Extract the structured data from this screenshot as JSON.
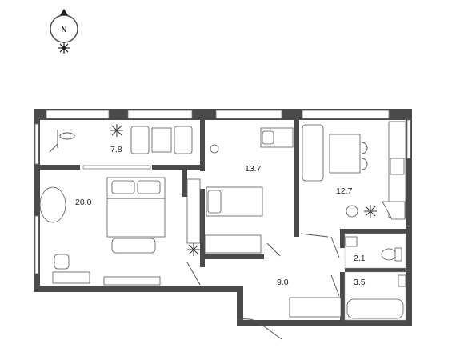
{
  "compass": {
    "direction_label": "N"
  },
  "rooms": [
    {
      "id": "balcony",
      "area": "7.8"
    },
    {
      "id": "bedroom-2",
      "area": "13.7"
    },
    {
      "id": "kitchen",
      "area": "12.7"
    },
    {
      "id": "bedroom-1",
      "area": "20.0"
    },
    {
      "id": "toilet",
      "area": "2.1"
    },
    {
      "id": "bathroom",
      "area": "3.5"
    },
    {
      "id": "hallway",
      "area": "9.0"
    }
  ],
  "colors": {
    "wall": "#4a4a4a",
    "line": "#555555",
    "background": "#ffffff"
  }
}
